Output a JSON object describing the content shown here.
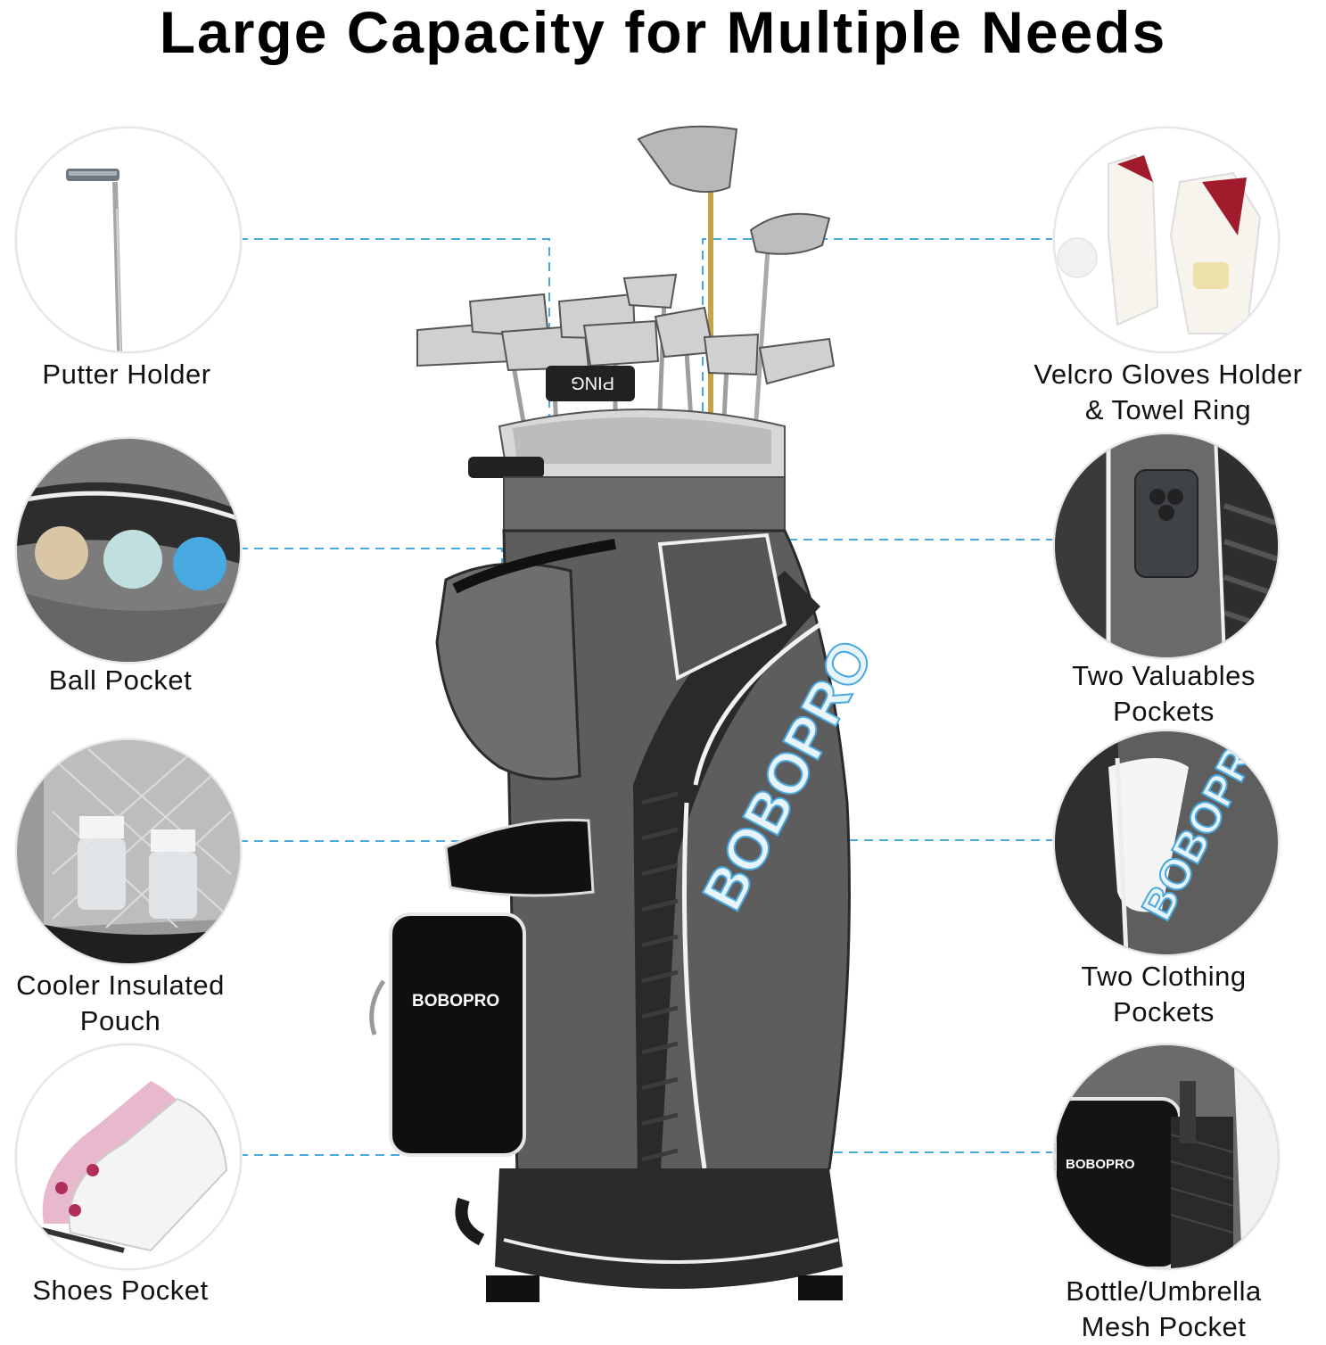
{
  "headline": "Large Capacity for Multiple Needs",
  "bag_logo": "BOBOPRO",
  "pocket_logo": "BOBOPRO",
  "accent_color": "#4aa8e0",
  "features": {
    "putter_holder": "Putter Holder",
    "ball_pocket": "Ball Pocket",
    "cooler_line1": "Cooler Insulated",
    "cooler_line2": "Pouch",
    "shoes_pocket": "Shoes Pocket",
    "gloves_line1": "Velcro Gloves Holder",
    "gloves_line2": "& Towel Ring",
    "valuables_line1": "Two Valuables",
    "valuables_line2": "Pockets",
    "clothing_line1": "Two Clothing",
    "clothing_line2": "Pockets",
    "bottle_line1": "Bottle/Umbrella",
    "bottle_line2": "Mesh Pocket"
  },
  "icons": {
    "putter": "putter-icon",
    "balls": "golf-balls-icon",
    "cooler": "cooler-bottles-icon",
    "shoes": "golf-shoes-icon",
    "gloves": "gloves-icon",
    "phone": "phone-pocket-icon",
    "clothing": "clothing-pocket-icon",
    "umbrella": "umbrella-pocket-icon"
  }
}
